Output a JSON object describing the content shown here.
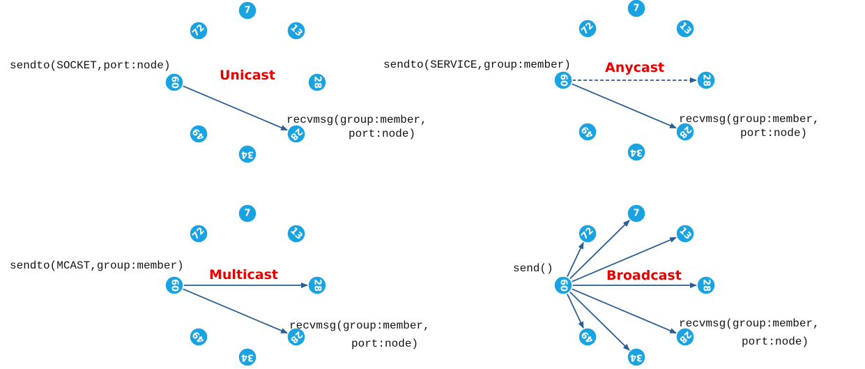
{
  "panels": [
    {
      "title": "Unicast",
      "send_label": "sendto(SOCKET,port:node)",
      "recv_label_1": "recvmsg(group:member,",
      "recv_label_2": "port:node)",
      "nodes": {
        "top": "7",
        "top_right": "13",
        "right": "28",
        "bottom_right": "28",
        "bottom": "34",
        "bottom_left": "49",
        "left": "60",
        "top_left": "72"
      }
    },
    {
      "title": "Anycast",
      "send_label": "sendto(SERVICE,group:member)",
      "recv_label_1": "recvmsg(group:member,",
      "recv_label_2": "port:node)",
      "nodes": {
        "top": "7",
        "top_right": "13",
        "right": "28",
        "bottom_right": "28",
        "bottom": "34",
        "bottom_left": "49",
        "left": "60",
        "top_left": "72"
      }
    },
    {
      "title": "Multicast",
      "send_label": "sendto(MCAST,group:member)",
      "recv_label_1": "recvmsg(group:member,",
      "recv_label_2": "port:node)",
      "nodes": {
        "top": "7",
        "top_right": "13",
        "right": "28",
        "bottom_right": "28",
        "bottom": "34",
        "bottom_left": "49",
        "left": "60",
        "top_left": "72"
      }
    },
    {
      "title": "Broadcast",
      "send_label": "send()",
      "recv_label_1": "recvmsg(group:member,",
      "recv_label_2": "port:node)",
      "nodes": {
        "top": "7",
        "top_right": "13",
        "right": "28",
        "bottom_right": "28",
        "bottom": "34",
        "bottom_left": "49",
        "left": "60",
        "top_left": "72"
      }
    }
  ],
  "colors": {
    "node_fill": "#1aa3e0",
    "arrow": "#2a5d93",
    "title": "#e60000"
  },
  "icons": {
    "node": "numbered-node-circle",
    "arrow": "arrow-right-icon"
  }
}
